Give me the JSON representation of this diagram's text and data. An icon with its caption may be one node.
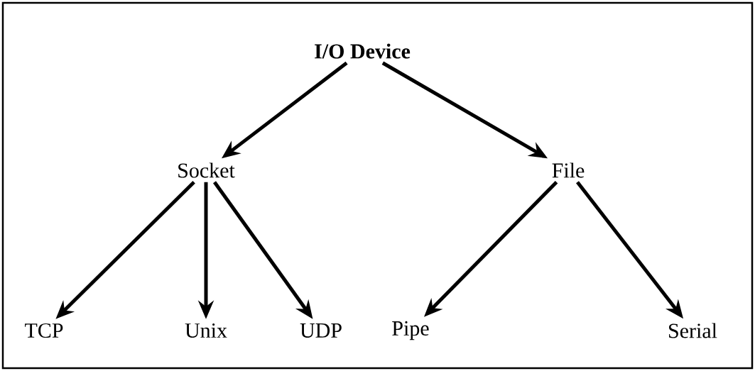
{
  "diagram": {
    "nodes": [
      {
        "text": [
          "I/O Device"
        ]
      },
      {
        "text": [
          "Socket"
        ]
      },
      {
        "text": [
          "File"
        ]
      },
      {
        "text": [
          "TCP"
        ]
      },
      {
        "text": [
          "Unix"
        ]
      },
      {
        "text": [
          "UDP"
        ]
      },
      {
        "text": [
          "Pipe"
        ]
      },
      {
        "text": [
          "Serial"
        ]
      }
    ],
    "edges": [
      {
        "from": 0,
        "to": 1,
        "arrow": "to"
      },
      {
        "from": 0,
        "to": 2,
        "arrow": "to"
      },
      {
        "from": 1,
        "to": 3,
        "arrow": "to"
      },
      {
        "from": 1,
        "to": 4,
        "arrow": "to"
      },
      {
        "from": 1,
        "to": 5,
        "arrow": "to"
      },
      {
        "from": 2,
        "to": 6,
        "arrow": "to"
      },
      {
        "from": 2,
        "to": 7,
        "arrow": "to"
      }
    ]
  }
}
